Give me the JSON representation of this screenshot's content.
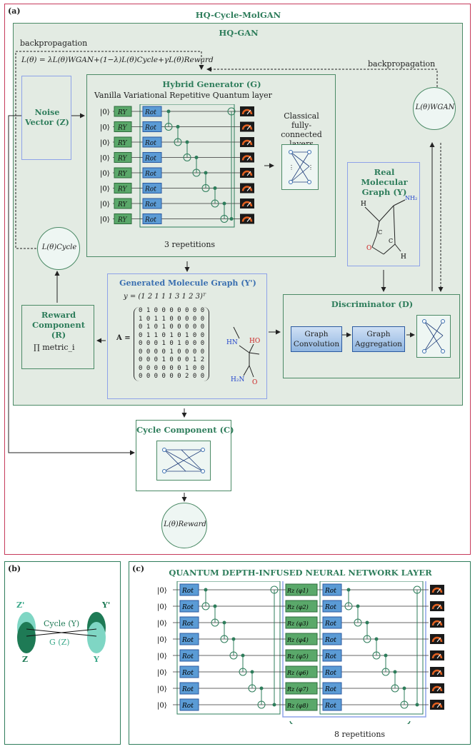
{
  "panel_a": {
    "tag": "(a)",
    "title": "HQ-Cycle-MolGAN",
    "hqgan_title": "HQ-GAN",
    "backprop_left": "backpropagation",
    "backprop_right": "backpropagation",
    "loss_formula": "L(θ) = λL(θ)WGAN+(1−λ)L(θ)Cycle+γL(θ)Reward",
    "noise_vector": "Noise Vector (Z)",
    "generator_title": "Hybrid Generator (G)",
    "generator_subtitle": "Vanilla Variational Repetitive Quantum layer",
    "ket0": "|0⟩",
    "ry_gate": "RY",
    "rot_gate": "Rot",
    "repetitions_3": "3 repetitions",
    "classical_layers": "Classical fully-connected layers",
    "loss_wgan": "L(θ)WGAN",
    "real_graph_title": "Real Molecular Graph (Y)",
    "loss_cycle": "L(θ)Cycle",
    "generated_graph_title": "Generated Molecule Graph (Y')",
    "y_vector": "y = (1 2 1 1 1 3 1 2 3)ᵀ",
    "matrix_label": "A =",
    "matrix_rows": [
      "0 1 0 0 0 0 0 0 0",
      "1 0 1 1 0 0 0 0 0",
      "0 1 0 1 0 0 0 0 0",
      "0 1 1 0 1 0 1 0 0",
      "0 0 0 1 0 1 0 0 0",
      "0 0 0 0 1 0 0 0 0",
      "0 0 0 1 0 0 0 1 2",
      "0 0 0 0 0 0 1 0 0",
      "0 0 0 0 0 0 2 0 0"
    ],
    "reward_title": "Reward Component (R)",
    "reward_formula": "∏ metric_i",
    "discriminator_title": "Discriminator (D)",
    "graph_convolution": "Graph Convolution",
    "graph_aggregation": "Graph Aggregation",
    "cycle_title": "Cycle Component (C)",
    "loss_reward": "L(θ)Reward",
    "atoms": {
      "nh2": "NH₂",
      "h": "H",
      "c": "C",
      "o": "O",
      "hn": "HN",
      "ho": "HO",
      "h2n": "H₂N"
    }
  },
  "panel_b": {
    "tag": "(b)",
    "z_prime": "Z'",
    "y_prime": "Y'",
    "z": "Z",
    "y": "Y",
    "cycle_label": "Cycle (Y)",
    "g_label": "G (Z)"
  },
  "panel_c": {
    "tag": "(c)",
    "title": "QUANTUM DEPTH-INFUSED NEURAL NETWORK LAYER",
    "rot_gate": "Rot",
    "rz_gates": [
      "Rz (φ1)",
      "Rz (φ2)",
      "Rz (φ3)",
      "Rz (φ4)",
      "Rz (φ5)",
      "Rz (φ6)",
      "Rz (φ7)",
      "Rz (φ8)"
    ],
    "repetitions_8": "8 repetitions",
    "ket0": "|0⟩"
  },
  "colors": {
    "frame_pink": "#c63a5b",
    "frame_green": "#2e7d5b",
    "bg_green": "#e3ebe3",
    "blue_box": "#8ea2e8",
    "gate_green": "#5aa86a",
    "gate_blue": "#5b9bd5"
  }
}
